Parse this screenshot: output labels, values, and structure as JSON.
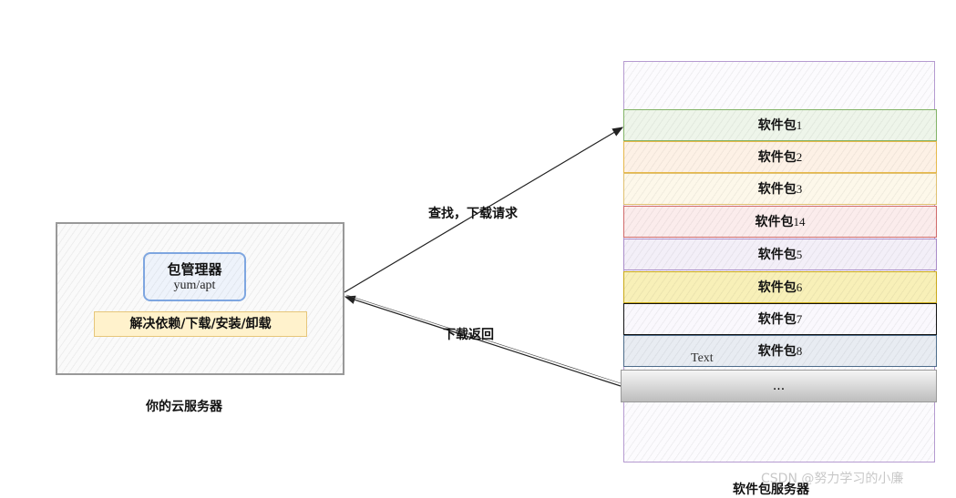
{
  "server": {
    "caption": "你的云服务器",
    "pm_title": "包管理器",
    "pm_sub": "yum/apt",
    "functions": "解决依赖/下载/安装/卸载"
  },
  "arrows": {
    "request": "查找，下载请求",
    "response": "下载返回"
  },
  "repo": {
    "caption": "软件包服务器",
    "ellipsis": "...",
    "stray_text": "Text",
    "packages": [
      {
        "label": "软件包",
        "num": "1",
        "border": "#82b366",
        "fill": "#eef5ea"
      },
      {
        "label": "软件包",
        "num": "2",
        "border": "#e6b84a",
        "fill": "#fdf1e6"
      },
      {
        "label": "软件包",
        "num": "3",
        "border": "#e0c070",
        "fill": "#fdf8ea"
      },
      {
        "label": "软件包",
        "num": "14",
        "border": "#d06a6a",
        "fill": "#fbecec"
      },
      {
        "label": "软件包",
        "num": "5",
        "border": "#a98cc8",
        "fill": "#f3eff8"
      },
      {
        "label": "软件包",
        "num": "6",
        "border": "#c9a818",
        "fill": "#f8f0b8"
      },
      {
        "label": "软件包",
        "num": "7",
        "border": "#111111",
        "fill": "#faf8fd"
      },
      {
        "label": "软件包",
        "num": "8",
        "border": "#4d6c8a",
        "fill": "#e8ecf2"
      }
    ]
  },
  "watermark": "CSDN @努力学习的小廉"
}
